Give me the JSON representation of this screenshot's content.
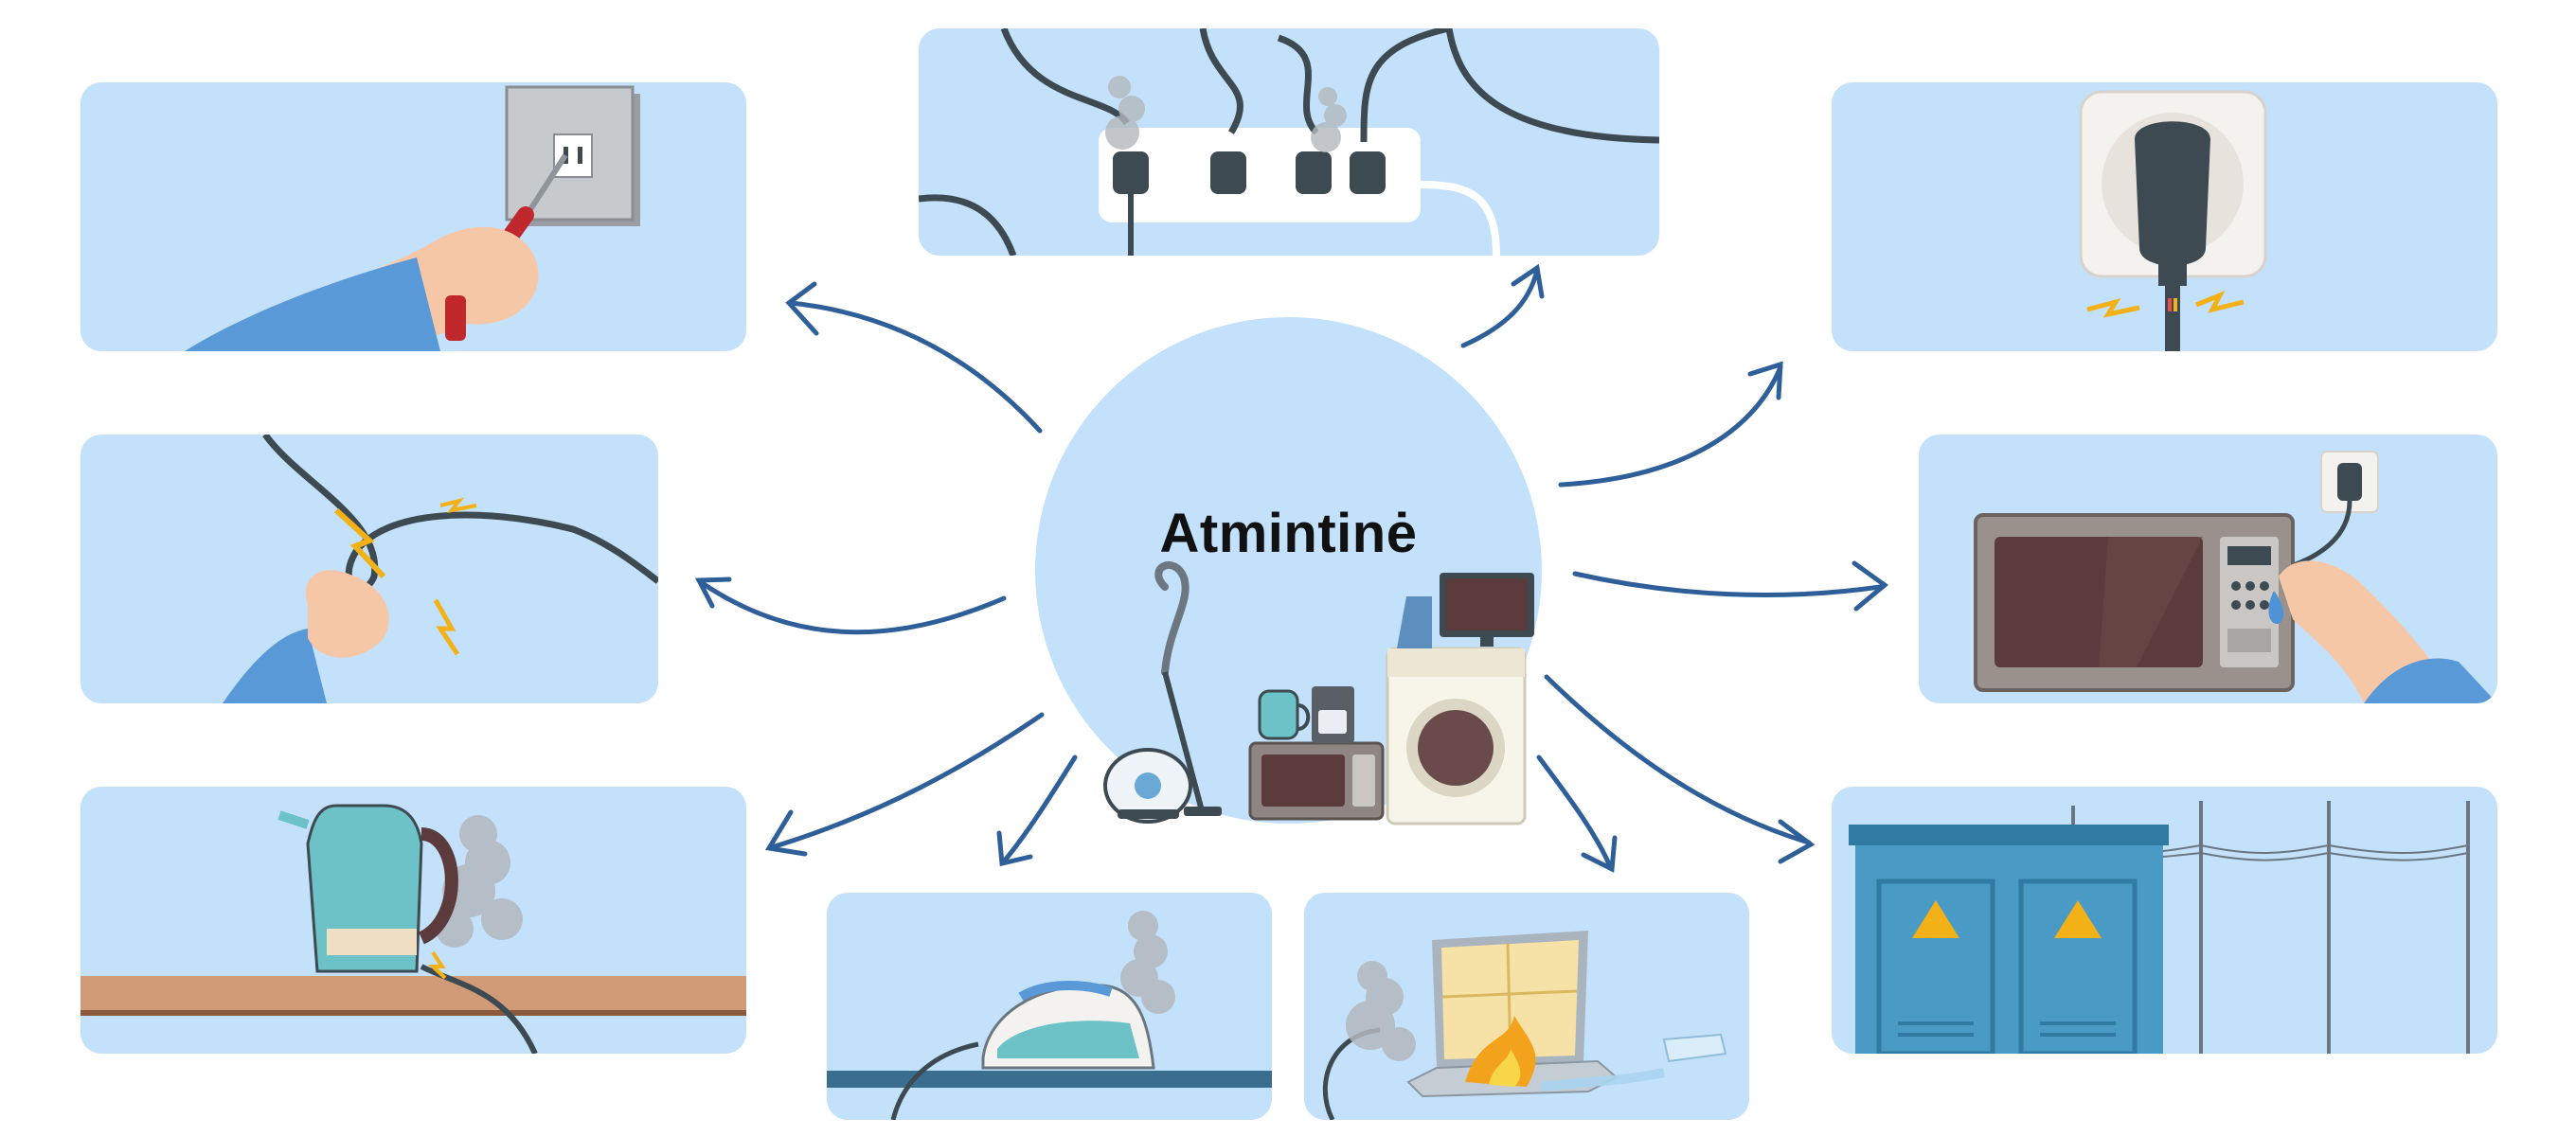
{
  "hub": {
    "title": "Atmintinė"
  },
  "panels": [
    {
      "id": "screwdriver",
      "icon": "screwdriver-socket-icon"
    },
    {
      "id": "power-strip",
      "icon": "overloaded-power-strip-icon"
    },
    {
      "id": "damaged-plug",
      "icon": "sparking-plug-icon"
    },
    {
      "id": "broken-wire",
      "icon": "sparking-wire-icon"
    },
    {
      "id": "wet-hand-microwave",
      "icon": "wet-hand-microwave-icon"
    },
    {
      "id": "smoking-kettle",
      "icon": "smoking-kettle-icon"
    },
    {
      "id": "smoking-iron",
      "icon": "smoking-iron-icon"
    },
    {
      "id": "spilled-laptop",
      "icon": "spilled-laptop-fire-icon"
    },
    {
      "id": "substation",
      "icon": "transformer-substation-icon"
    }
  ],
  "colors": {
    "panel_bg": "#c3e1fb",
    "arrow": "#2f5f99",
    "cable": "#3e4a52",
    "spark": "#f2b116",
    "smoke": "#b3b8bd"
  }
}
